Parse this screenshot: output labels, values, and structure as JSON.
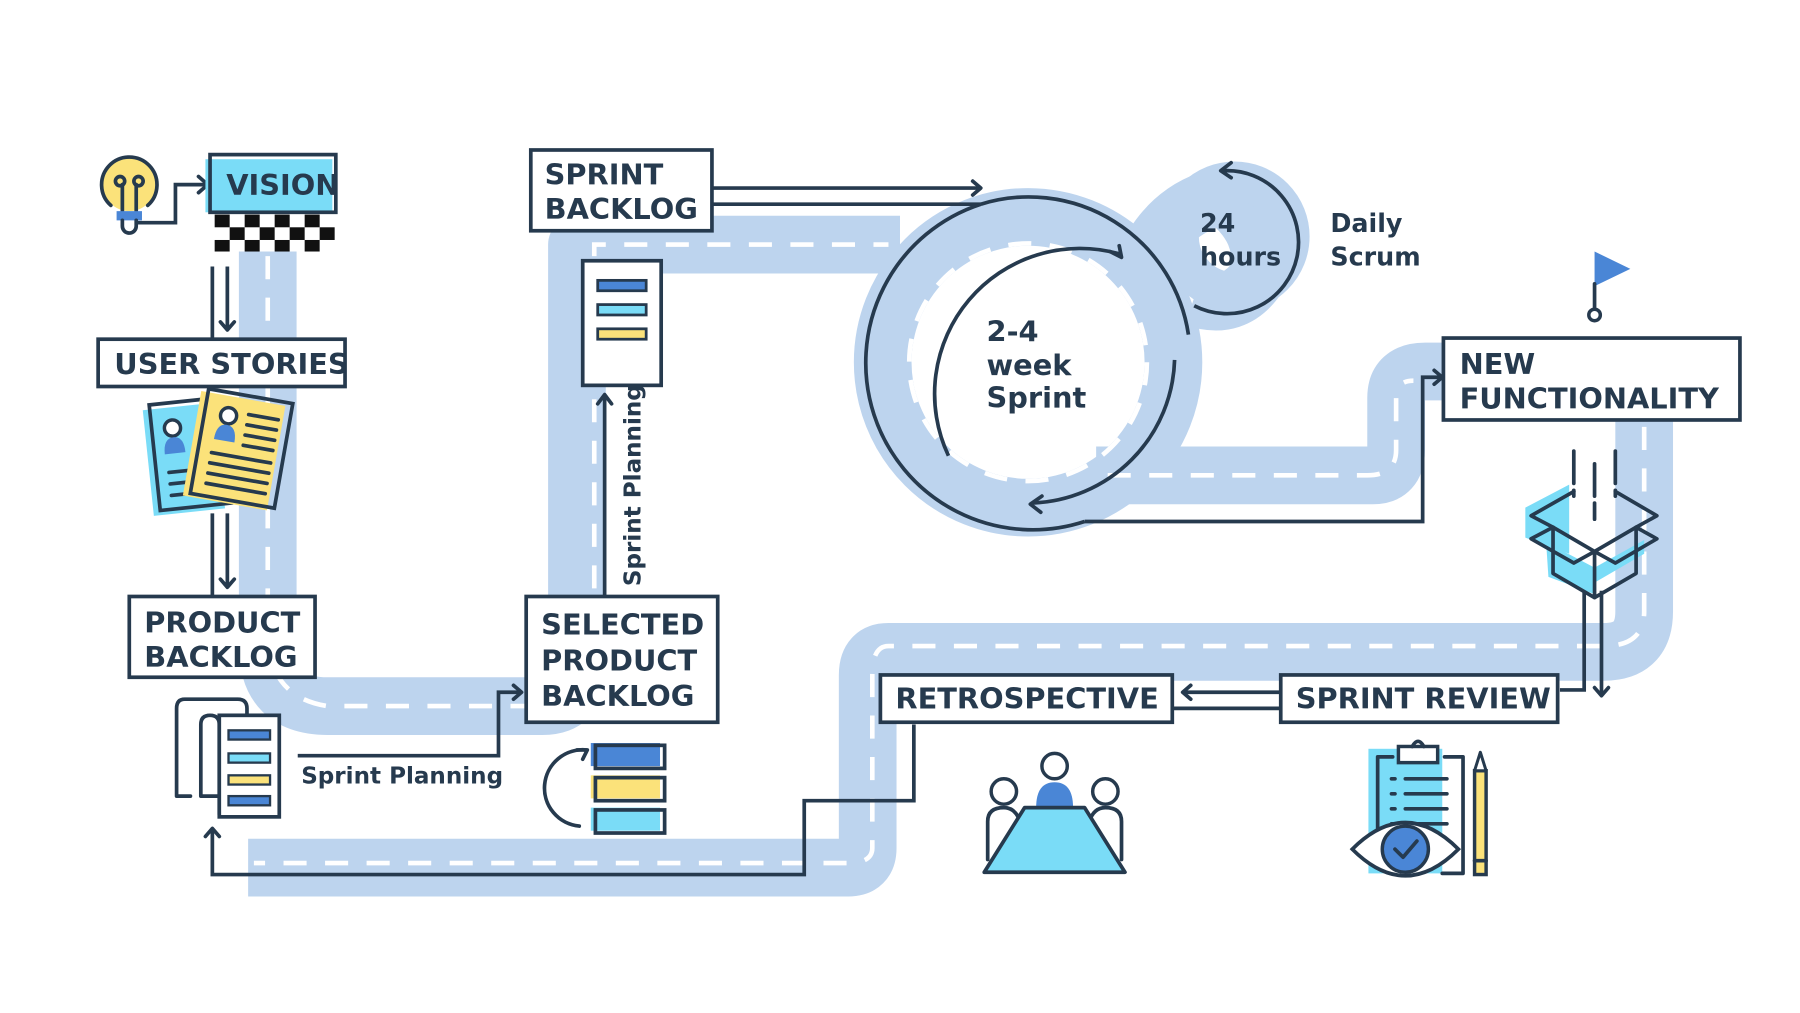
{
  "title": "Scrum process roadmap",
  "colors": {
    "ink": "#263a4e",
    "road": "#bdd4ee",
    "blue": "#4a86d6",
    "cyan": "#7adcf7",
    "yellow": "#fbe27a"
  },
  "nodes": {
    "vision": "VISION",
    "user_stories": "USER STORIES",
    "product_backlog": [
      "PRODUCT",
      "BACKLOG"
    ],
    "selected_product_backlog": [
      "SELECTED",
      "PRODUCT",
      "BACKLOG"
    ],
    "sprint_backlog": [
      "SPRINT",
      "BACKLOG"
    ],
    "new_functionality": [
      "NEW",
      "FUNCTIONALITY"
    ],
    "sprint_review": "SPRINT REVIEW",
    "retrospective": "RETROSPECTIVE"
  },
  "labels": {
    "sprint_planning_horizontal": "Sprint Planning",
    "sprint_planning_vertical": "Sprint Planning",
    "sprint_cycle": [
      "2-4",
      "week",
      "Sprint"
    ],
    "daily_cycle": [
      "24",
      "hours"
    ],
    "daily_scrum": [
      "Daily",
      "Scrum"
    ]
  },
  "icons": [
    "lightbulb-icon",
    "checkered-flag-icon",
    "user-story-cards-icon",
    "backlog-scroll-icon",
    "reorder-stack-icon",
    "sprint-backlog-doc-icon",
    "goal-flag-icon",
    "open-box-icon",
    "meeting-table-icon",
    "review-clipboard-icon"
  ]
}
